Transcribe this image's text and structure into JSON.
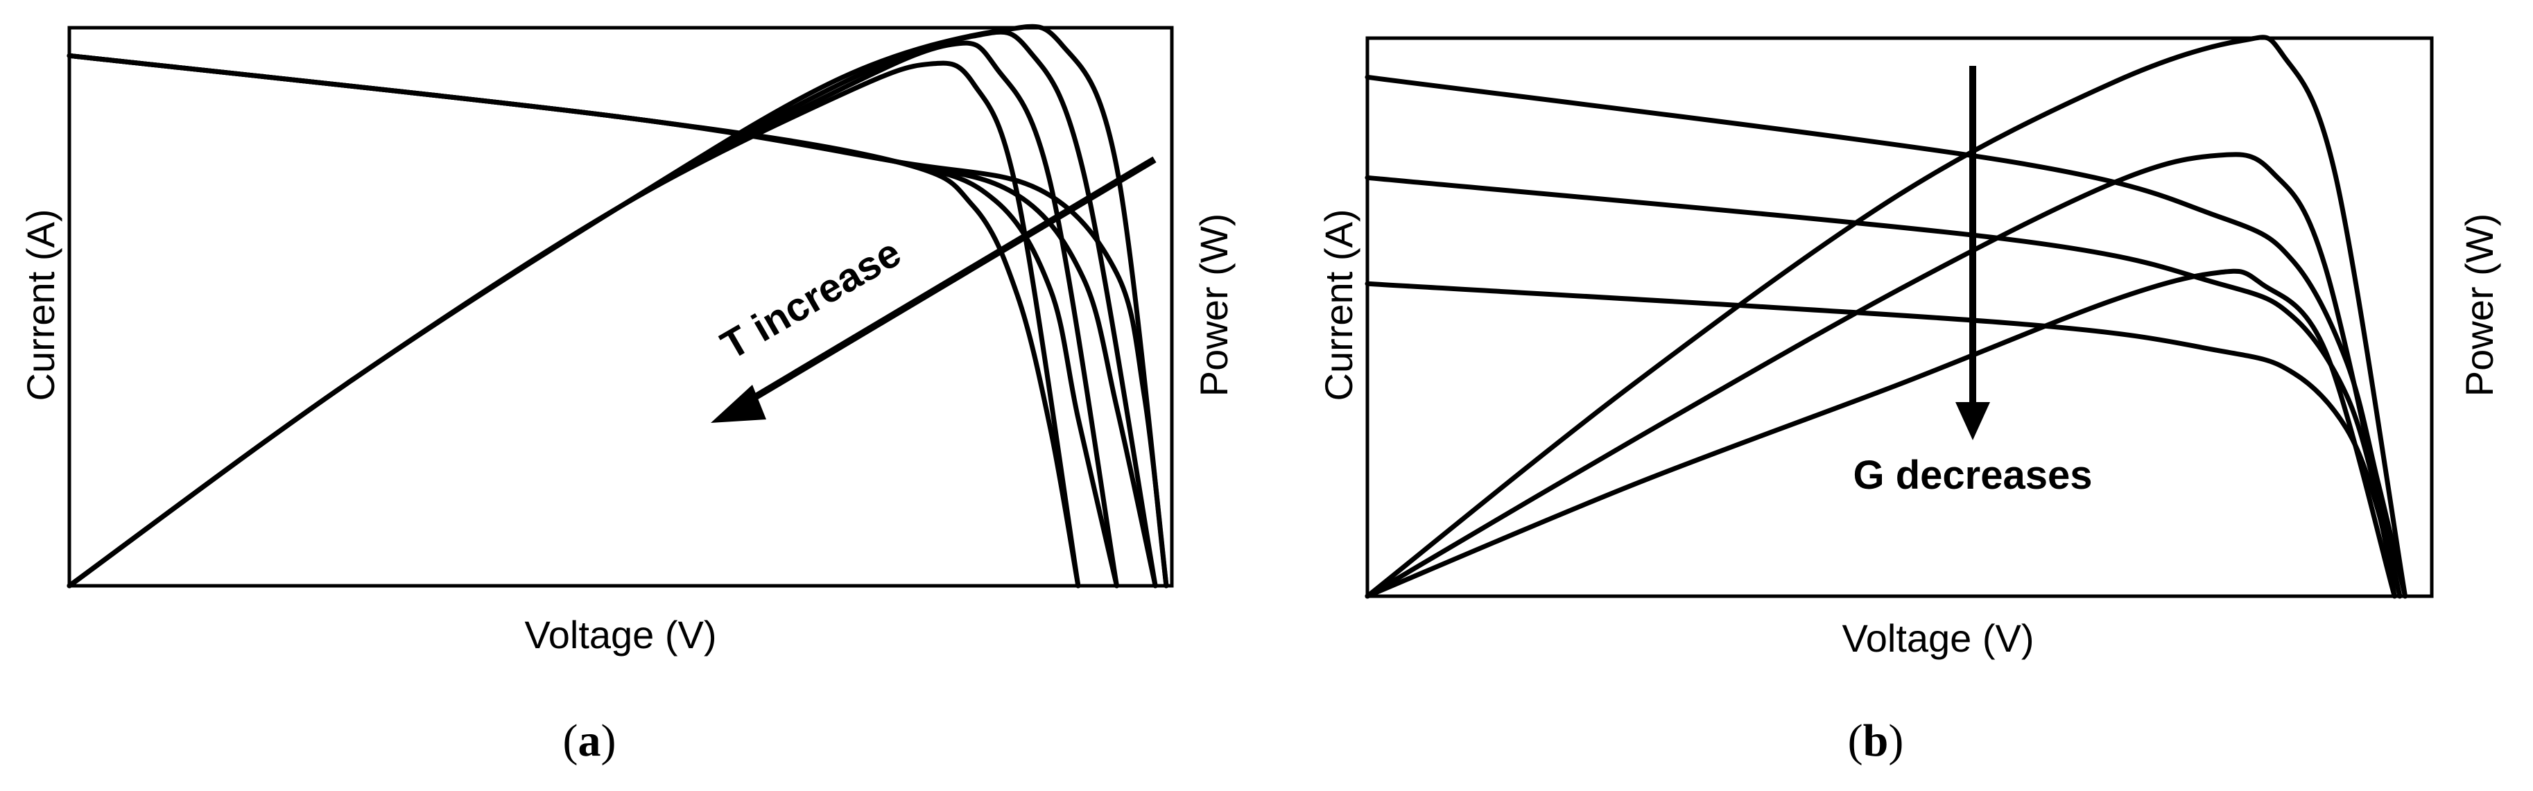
{
  "chart_data": [
    {
      "type": "line",
      "panel_label": "a",
      "xlabel": "Voltage (V)",
      "ylabel_left": "Current (A)",
      "ylabel_right": "Power (W)",
      "annotation": "T increase",
      "grid": false,
      "current_series": [
        {
          "x": [
            0,
            0.5,
            0.75,
            0.82,
            0.86,
            0.89,
            0.915
          ],
          "y": [
            0.95,
            0.84,
            0.76,
            0.68,
            0.52,
            0.28,
            0.0
          ]
        },
        {
          "x": [
            0,
            0.5,
            0.75,
            0.84,
            0.89,
            0.915,
            0.95
          ],
          "y": [
            0.95,
            0.84,
            0.76,
            0.69,
            0.53,
            0.3,
            0.0
          ]
        },
        {
          "x": [
            0,
            0.5,
            0.75,
            0.86,
            0.92,
            0.95,
            0.985
          ],
          "y": [
            0.95,
            0.84,
            0.76,
            0.7,
            0.55,
            0.32,
            0.0
          ]
        },
        {
          "x": [
            0,
            0.5,
            0.75,
            0.88,
            0.95,
            0.975,
            0.995
          ],
          "y": [
            0.95,
            0.84,
            0.76,
            0.71,
            0.56,
            0.34,
            0.0
          ]
        }
      ],
      "power_series": [
        {
          "x": [
            0,
            0.25,
            0.5,
            0.7,
            0.78,
            0.82,
            0.86,
            0.915
          ],
          "y": [
            0,
            0.36,
            0.68,
            0.88,
            0.935,
            0.9,
            0.7,
            0.0
          ]
        },
        {
          "x": [
            0,
            0.25,
            0.5,
            0.7,
            0.8,
            0.84,
            0.89,
            0.95
          ],
          "y": [
            0,
            0.36,
            0.68,
            0.89,
            0.97,
            0.93,
            0.72,
            0.0
          ]
        },
        {
          "x": [
            0,
            0.25,
            0.5,
            0.7,
            0.82,
            0.87,
            0.92,
            0.985
          ],
          "y": [
            0,
            0.36,
            0.68,
            0.9,
            0.985,
            0.96,
            0.74,
            0.0
          ]
        },
        {
          "x": [
            0,
            0.25,
            0.5,
            0.7,
            0.845,
            0.9,
            0.95,
            0.995
          ],
          "y": [
            0,
            0.36,
            0.68,
            0.91,
            0.995,
            0.97,
            0.75,
            0.0
          ]
        }
      ]
    },
    {
      "type": "line",
      "panel_label": "b",
      "xlabel": "Voltage (V)",
      "ylabel_left": "Current (A)",
      "ylabel_right": "Power (W)",
      "annotation": "G decreases",
      "grid": false,
      "current_series": [
        {
          "x": [
            0,
            0.6,
            0.8,
            0.87,
            0.92,
            0.95,
            0.975
          ],
          "y": [
            0.93,
            0.78,
            0.68,
            0.6,
            0.42,
            0.2,
            0.0
          ]
        },
        {
          "x": [
            0,
            0.6,
            0.8,
            0.87,
            0.92,
            0.95,
            0.97
          ],
          "y": [
            0.75,
            0.64,
            0.56,
            0.5,
            0.36,
            0.17,
            0.0
          ]
        },
        {
          "x": [
            0,
            0.6,
            0.8,
            0.87,
            0.92,
            0.95,
            0.965
          ],
          "y": [
            0.56,
            0.49,
            0.44,
            0.4,
            0.3,
            0.15,
            0.0
          ]
        }
      ],
      "power_series": [
        {
          "x": [
            0,
            0.25,
            0.5,
            0.7,
            0.82,
            0.86,
            0.91,
            0.975
          ],
          "y": [
            0,
            0.38,
            0.72,
            0.92,
            0.995,
            0.97,
            0.75,
            0.0
          ]
        },
        {
          "x": [
            0,
            0.25,
            0.5,
            0.7,
            0.8,
            0.85,
            0.9,
            0.97
          ],
          "y": [
            0,
            0.28,
            0.55,
            0.74,
            0.79,
            0.76,
            0.59,
            0.0
          ]
        },
        {
          "x": [
            0,
            0.25,
            0.5,
            0.7,
            0.8,
            0.84,
            0.9,
            0.965
          ],
          "y": [
            0,
            0.2,
            0.38,
            0.53,
            0.58,
            0.56,
            0.44,
            0.0
          ]
        }
      ]
    }
  ]
}
